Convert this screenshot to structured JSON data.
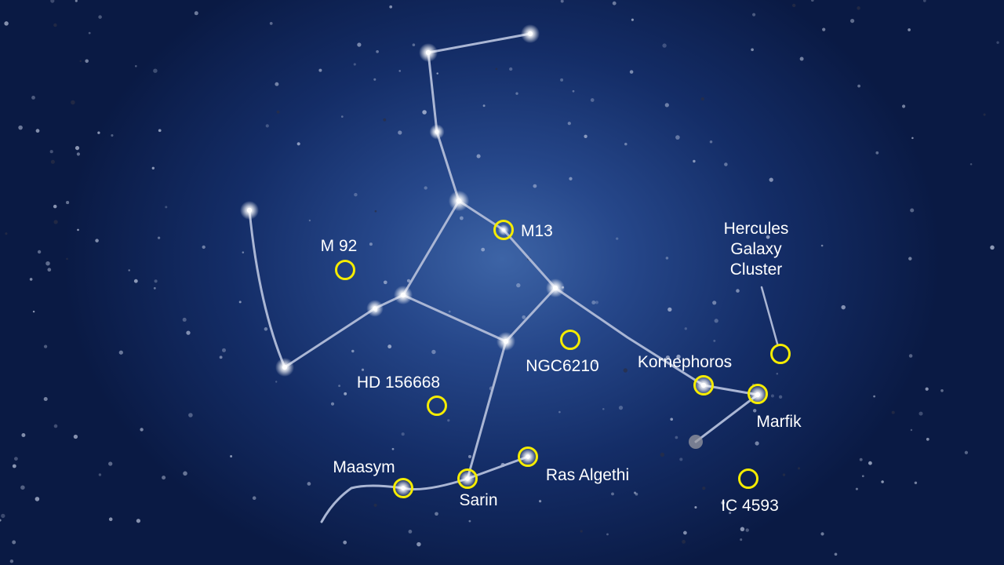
{
  "constellation": {
    "line_color": "#aab6d4",
    "marker_color": "#f5ec00",
    "label_color": "#ffffff"
  },
  "objects": [
    {
      "id": "m13",
      "label": "M13"
    },
    {
      "id": "m92",
      "label": "M 92"
    },
    {
      "id": "hercules-galaxy-cluster",
      "label_lines": [
        "Hercules",
        "Galaxy",
        "Cluster"
      ]
    },
    {
      "id": "ngc6210",
      "label": "NGC6210"
    },
    {
      "id": "kornephoros",
      "label": "Kornephoros"
    },
    {
      "id": "hd156668",
      "label": "HD 156668"
    },
    {
      "id": "marfik",
      "label": "Marfik"
    },
    {
      "id": "maasym",
      "label": "Maasym"
    },
    {
      "id": "ras-algethi",
      "label": "Ras Algethi"
    },
    {
      "id": "sarin",
      "label": "Sarin"
    },
    {
      "id": "ic4593",
      "label": "IC 4593"
    }
  ]
}
